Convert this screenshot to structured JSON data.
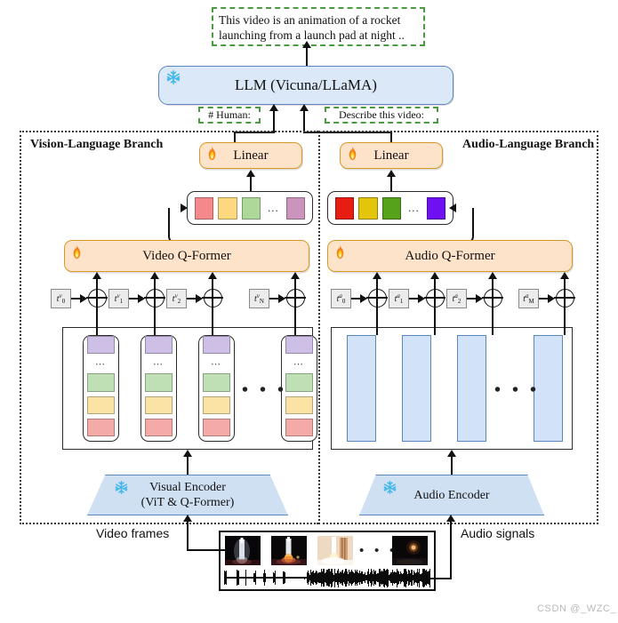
{
  "figure": {
    "watermark": "CSDN @_WZC_"
  },
  "output": {
    "response_line1": "This video is an animation of a rocket",
    "response_line2": "launching from a launch pad at night .."
  },
  "llm": {
    "label": "LLM (Vicuna/LLaMA)",
    "icon": "snowflake-icon",
    "state": "frozen"
  },
  "prompts": {
    "human": "# Human:",
    "instruction": "Describe this video:"
  },
  "branches": {
    "vision": {
      "label": "Vision-Language Branch",
      "linear": "Linear",
      "linear_icon": "flame-icon",
      "qformer": "Video Q-Former",
      "qformer_icon": "flame-icon",
      "encoder_line1": "Visual Encoder",
      "encoder_line2": "(ViT & Q-Former)",
      "encoder_icon": "snowflake-icon",
      "input_label": "Video frames",
      "token_colors": [
        "#f4888b",
        "#fcd97f",
        "#aed89a",
        "#cb94bd"
      ],
      "token_ellipsis": "...",
      "position_embeddings": [
        "t0v",
        "t1v",
        "t2v",
        "tNv"
      ],
      "pe_superscript": "v",
      "pe_subscripts": [
        "0",
        "1",
        "2",
        "N"
      ],
      "frame_cell_colors": [
        "#cdbfe6",
        "#bfdfb4",
        "#fbe3a6",
        "#f4aaa6"
      ],
      "frame_ellipsis": "⋯",
      "columns_ellipsis": "• • •"
    },
    "audio": {
      "label": "Audio-Language Branch",
      "linear": "Linear",
      "linear_icon": "flame-icon",
      "qformer": "Audio Q-Former",
      "qformer_icon": "flame-icon",
      "encoder_line1": "Audio Encoder",
      "encoder_icon": "snowflake-icon",
      "input_label": "Audio signals",
      "token_colors": [
        "#e81d12",
        "#e3c50b",
        "#56a31b",
        "#6e10f2"
      ],
      "token_ellipsis": "...",
      "position_embeddings": [
        "t0a",
        "t1a",
        "t2a",
        "tMa"
      ],
      "pe_superscript": "a",
      "pe_subscripts": [
        "0",
        "1",
        "2",
        "M"
      ],
      "segment_color": "#d3e3f7",
      "columns_ellipsis": "• • •"
    }
  },
  "media": {
    "frames_ellipsis": "• • •",
    "thumbnails": [
      {
        "name": "rocket-launch-frame-1"
      },
      {
        "name": "rocket-launch-frame-2"
      },
      {
        "name": "rocket-launch-frame-3"
      },
      {
        "name": "rocket-launch-frame-4"
      }
    ],
    "waveform": {
      "name": "audio-waveform"
    }
  },
  "colors": {
    "trainable": "#d79a29",
    "frozen": "#5a87bd",
    "prompt_border": "#4a9b3f",
    "llm_fill": "#dbe8f7",
    "orange_fill": "#fde3ca"
  }
}
